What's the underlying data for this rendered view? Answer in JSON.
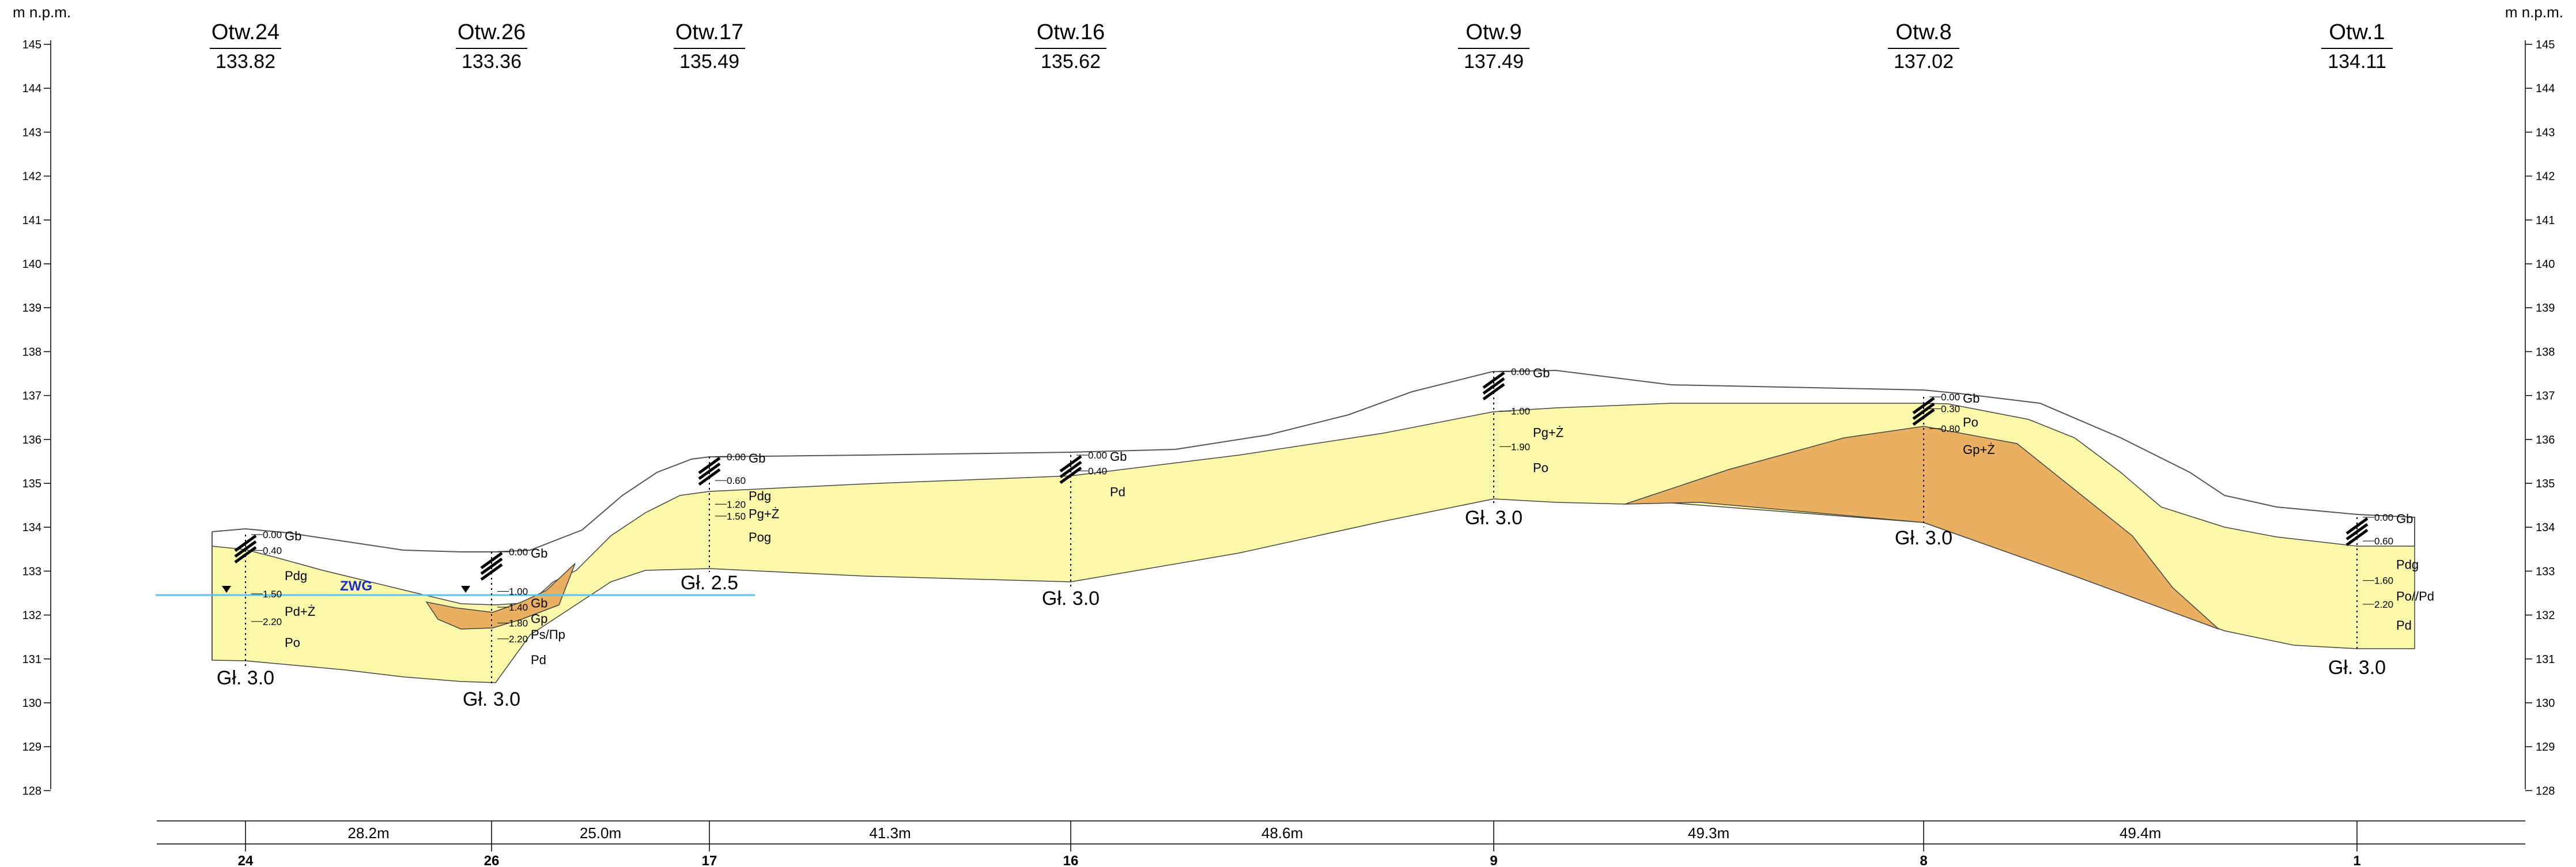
{
  "units": {
    "left": "m n.p.m.",
    "right": "m n.p.m."
  },
  "axis": {
    "min": 128,
    "max": 145,
    "step": 1,
    "ticks": [
      "145",
      "144",
      "143",
      "142",
      "141",
      "140",
      "139",
      "138",
      "137",
      "136",
      "135",
      "134",
      "133",
      "132",
      "131",
      "130",
      "129",
      "128"
    ]
  },
  "boreholes": [
    {
      "id": "24",
      "name": "Otw.24",
      "elev_label": "133.82",
      "elev": 133.82,
      "depth_label": "Gł. 3.0",
      "dist": 0
    },
    {
      "id": "26",
      "name": "Otw.26",
      "elev_label": "133.36",
      "elev": 133.36,
      "depth_label": "Gł. 3.0",
      "dist": 28.2
    },
    {
      "id": "17",
      "name": "Otw.17",
      "elev_label": "135.49",
      "elev": 135.49,
      "depth_label": "Gł. 2.5",
      "dist": 53.2
    },
    {
      "id": "16",
      "name": "Otw.16",
      "elev_label": "135.62",
      "elev": 135.62,
      "depth_label": "Gł. 3.0",
      "dist": 94.5
    },
    {
      "id": "9",
      "name": "Otw.9",
      "elev_label": "137.49",
      "elev": 137.49,
      "depth_label": "Gł. 3.0",
      "dist": 143.1
    },
    {
      "id": "8",
      "name": "Otw.8",
      "elev_label": "137.02",
      "elev": 137.02,
      "depth_label": "Gł. 3.0",
      "dist": 192.4
    },
    {
      "id": "1",
      "name": "Otw.1",
      "elev_label": "134.11",
      "elev": 134.11,
      "depth_label": "Gł. 3.0",
      "dist": 241.8
    }
  ],
  "distances": [
    "28.2m",
    "25.0m",
    "41.3m",
    "48.6m",
    "49.3m",
    "49.4m"
  ],
  "water_label": "ZWG",
  "layers": [
    {
      "bh": "24",
      "depths": [
        "0.00",
        "0.40",
        "1.50",
        "2.20"
      ],
      "soils": [
        "Gb",
        "Pdg",
        "Pd+Ż",
        "Po"
      ]
    },
    {
      "bh": "26",
      "depths": [
        "0.00",
        "1.00",
        "1.40",
        "1.80",
        "2.20"
      ],
      "soils": [
        "Gb",
        "Gb",
        "Gp",
        "Ps/Πp",
        "Pd"
      ]
    },
    {
      "bh": "17",
      "depths": [
        "0.00",
        "0.60",
        "1.20",
        "1.50"
      ],
      "soils": [
        "Gb",
        "Pdg",
        "Pg+Ż",
        "Pog"
      ]
    },
    {
      "bh": "16",
      "depths": [
        "0.00",
        "0.40"
      ],
      "soils": [
        "Gb",
        "Pd"
      ]
    },
    {
      "bh": "9",
      "depths": [
        "0.00",
        "1.00",
        "1.90"
      ],
      "soils": [
        "Gb",
        "Pg+Ż",
        "Po"
      ]
    },
    {
      "bh": "8",
      "depths": [
        "0.00",
        "0.30",
        "0.80"
      ],
      "soils": [
        "Gb",
        "Po",
        "Gp+Ż"
      ]
    },
    {
      "bh": "1",
      "depths": [
        "0.00",
        "0.60",
        "1.60",
        "2.20"
      ],
      "soils": [
        "Gb",
        "Pdg",
        "Po//Pd",
        "Pd"
      ]
    }
  ],
  "colors": {
    "sand": "#fbf8a9",
    "clay": "#e9b061",
    "water": "#5ec1e8",
    "water_label": "#1a2fc4",
    "ground": "#555555"
  }
}
